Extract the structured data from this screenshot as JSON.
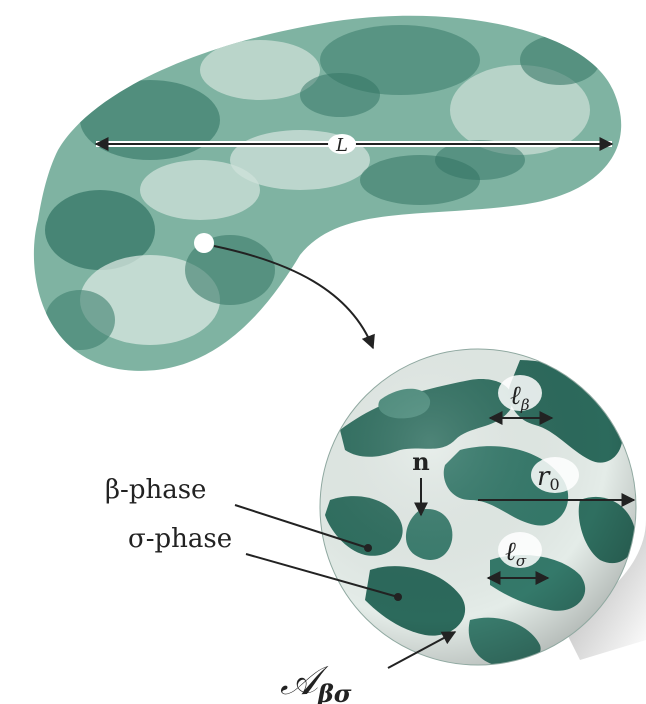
{
  "labels": {
    "length": "L",
    "beta_phase": "β-phase",
    "sigma_phase": "σ-phase",
    "normal": "n",
    "ell_beta_main": "ℓ",
    "ell_beta_sub": "β",
    "ell_sigma_main": "ℓ",
    "ell_sigma_sub": "σ",
    "radius_main": "r",
    "radius_sub": "0",
    "interface_main": "𝒜",
    "interface_sub": "βσ"
  },
  "colors": {
    "phase_light": "#dfe9e4",
    "phase_dark": "#2c6e60",
    "phase_mid": "#5f9d8b",
    "ink": "#222222"
  }
}
